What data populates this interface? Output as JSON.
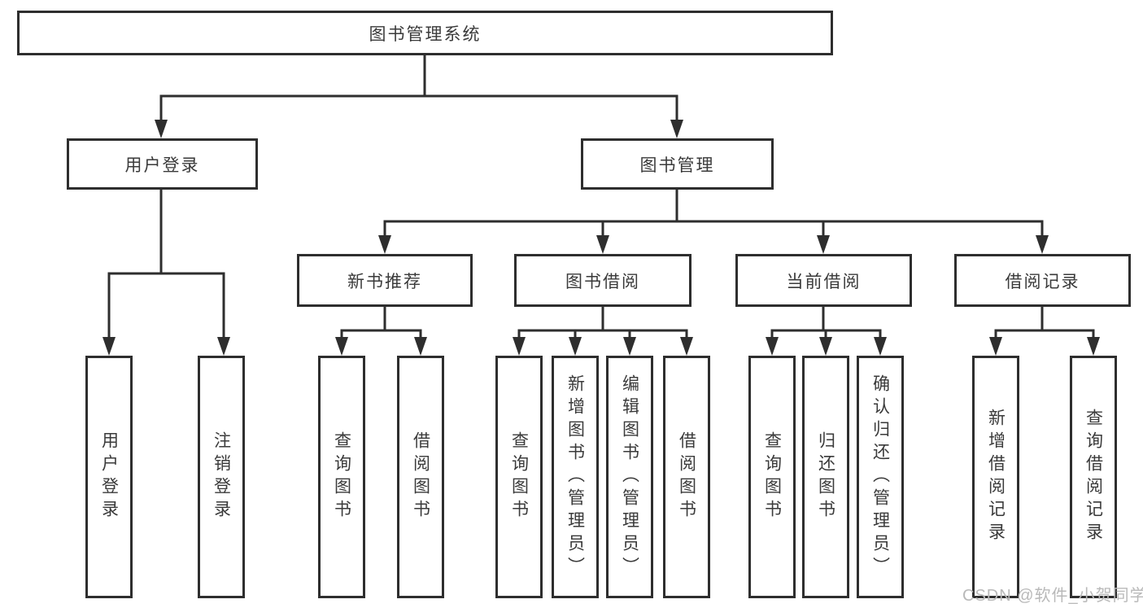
{
  "diagram_type": "hierarchy-tree",
  "colors": {
    "background": "#ffffff",
    "line": "#2e2e2e",
    "box_border": "#2e2e2e",
    "text": "#3a3a3a",
    "watermark": "#b9b9b9"
  },
  "tree": {
    "label": "图书管理系统",
    "children": [
      {
        "label": "用户登录",
        "children": [
          {
            "label": "用户登录"
          },
          {
            "label": "注销登录"
          }
        ]
      },
      {
        "label": "图书管理",
        "children": [
          {
            "label": "新书推荐",
            "children": [
              {
                "label": "查询图书"
              },
              {
                "label": "借阅图书"
              }
            ]
          },
          {
            "label": "图书借阅",
            "children": [
              {
                "label": "查询图书"
              },
              {
                "label": "新增图书（管理员）"
              },
              {
                "label": "编辑图书（管理员）"
              },
              {
                "label": "借阅图书"
              }
            ]
          },
          {
            "label": "当前借阅",
            "children": [
              {
                "label": "查询图书"
              },
              {
                "label": "归还图书"
              },
              {
                "label": "确认归还（管理员）"
              }
            ]
          },
          {
            "label": "借阅记录",
            "children": [
              {
                "label": "新增借阅记录"
              },
              {
                "label": "查询借阅记录"
              }
            ]
          }
        ]
      }
    ]
  },
  "watermark": {
    "text": "CSDN @软件_小贺同学"
  }
}
